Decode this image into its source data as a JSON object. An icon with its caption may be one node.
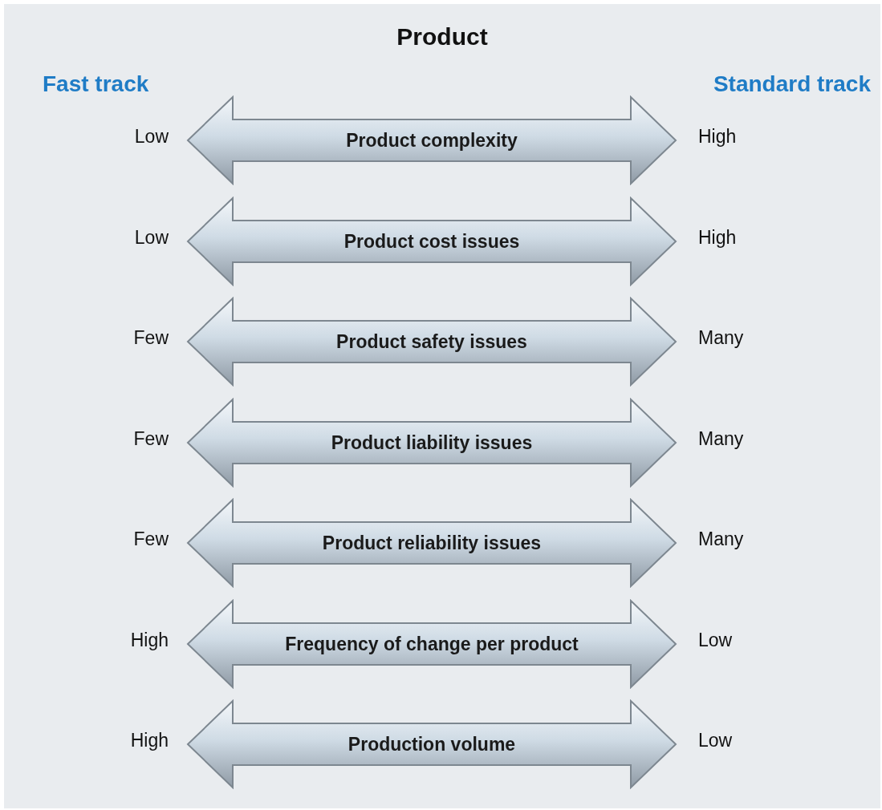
{
  "diagram": {
    "title": "Product",
    "nodes": [
      {
        "text": [
          "Product complexity"
        ],
        "beside": [
          "Low",
          "High"
        ]
      },
      {
        "text": [
          "Product cost issues"
        ],
        "beside": [
          "Low",
          "High"
        ]
      },
      {
        "text": [
          "Product safety issues"
        ],
        "beside": [
          "Few",
          "Many"
        ]
      },
      {
        "text": [
          "Product liability issues"
        ],
        "beside": [
          "Few",
          "Many"
        ]
      },
      {
        "text": [
          "Product reliability issues"
        ],
        "beside": [
          "Few",
          "Many"
        ]
      },
      {
        "text": [
          "Frequency of change per product"
        ],
        "beside": [
          "High",
          "Low"
        ]
      },
      {
        "text": [
          "Production volume"
        ],
        "beside": [
          "High",
          "Low"
        ]
      }
    ],
    "labels": [
      "Fast track",
      "Standard track"
    ]
  }
}
